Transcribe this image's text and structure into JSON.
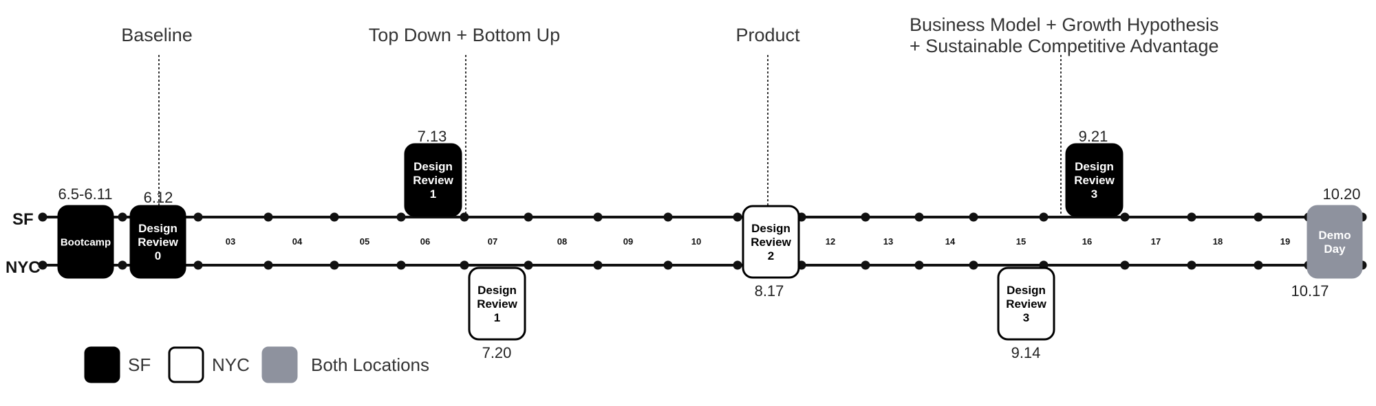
{
  "rows": [
    {
      "label": "SF"
    },
    {
      "label": "NYC"
    }
  ],
  "milestones": [
    {
      "text_lines": [
        "Baseline"
      ]
    },
    {
      "text_lines": [
        "Top Down + Bottom Up"
      ]
    },
    {
      "text_lines": [
        "Product"
      ]
    },
    {
      "text_lines": [
        "Business Model + Growth Hypothesis",
        "+ Sustainable Competitive Advantage"
      ]
    }
  ],
  "weeks": [
    "03",
    "04",
    "05",
    "06",
    "07",
    "08",
    "09",
    "10",
    "12",
    "13",
    "14",
    "15",
    "16",
    "17",
    "18",
    "19"
  ],
  "events": [
    {
      "lines": [
        "Bootcamp"
      ],
      "location": "SF",
      "date": "6.5-6.11"
    },
    {
      "lines": [
        "Design",
        "Review",
        "0"
      ],
      "location": "SF",
      "date": "6.12"
    },
    {
      "lines": [
        "Design",
        "Review",
        "1"
      ],
      "location": "SF",
      "date": "7.13"
    },
    {
      "lines": [
        "Design",
        "Review",
        "1"
      ],
      "location": "NYC",
      "date": "7.20"
    },
    {
      "lines": [
        "Design",
        "Review",
        "2"
      ],
      "location": "NYC",
      "date": "8.17"
    },
    {
      "lines": [
        "Design",
        "Review",
        "3"
      ],
      "location": "NYC",
      "date": "9.14"
    },
    {
      "lines": [
        "Design",
        "Review",
        "3"
      ],
      "location": "SF",
      "date": "9.21"
    },
    {
      "lines": [
        "Demo",
        "Day"
      ],
      "location": "Both Locations",
      "date": "10.20",
      "date_2": "10.17"
    }
  ],
  "legend": [
    {
      "label": "SF",
      "style": "sf"
    },
    {
      "label": "NYC",
      "style": "nyc"
    },
    {
      "label": "Both Locations",
      "style": "both"
    }
  ],
  "colors": {
    "sf": "#000000",
    "nyc": "#ffffff",
    "both": "#8e929e",
    "line": "#111111",
    "guide": "#333333"
  }
}
